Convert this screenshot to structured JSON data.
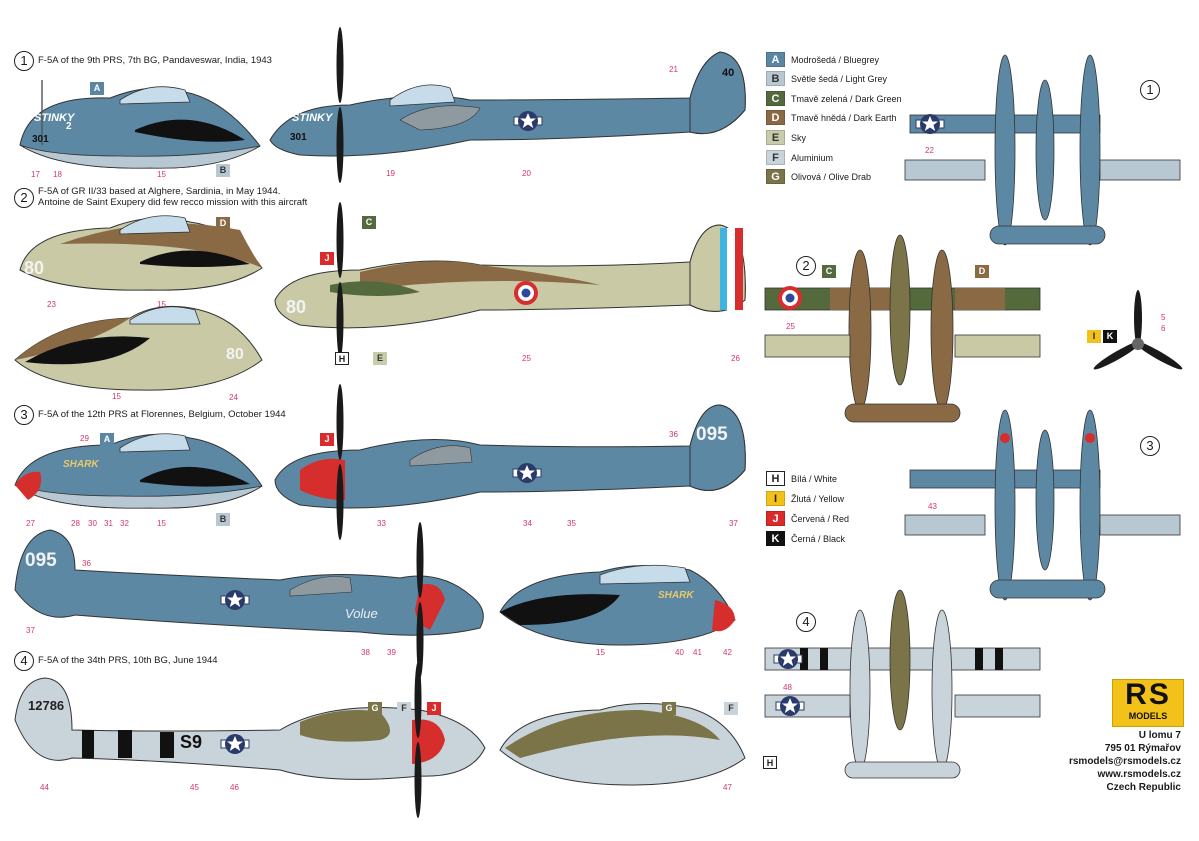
{
  "variants": [
    {
      "no": "1",
      "title": "F-5A of the 9th PRS, 7th BG, Pandaveswar, India, 1943"
    },
    {
      "no": "2",
      "title": "F-5A of GR II/33 based at Alghere, Sardinia, in May 1944.",
      "title2": "Antoine de Saint Exupery did few recco mission with this aircraft"
    },
    {
      "no": "3",
      "title": "F-5A of the 12th PRS at Florennes, Belgium, October 1944"
    },
    {
      "no": "4",
      "title": "F-5A of the 34th PRS, 10th BG, June 1944"
    }
  ],
  "plan_numbers": [
    "1",
    "2",
    "3",
    "4"
  ],
  "legend": [
    {
      "key": "A",
      "label": "Modrošedá / Bluegrey",
      "color": "#5a86a2",
      "text": "#ffffff"
    },
    {
      "key": "B",
      "label": "Světle šedá / Light Grey",
      "color": "#b8c8d3",
      "text": "#333333"
    },
    {
      "key": "C",
      "label": "Tmavě zelená / Dark Green",
      "color": "#546a3d",
      "text": "#ffffff"
    },
    {
      "key": "D",
      "label": "Tmavě hnědá / Dark Earth",
      "color": "#8a6a45",
      "text": "#ffffff"
    },
    {
      "key": "E",
      "label": "Sky",
      "color": "#c9ccaa",
      "text": "#333333"
    },
    {
      "key": "F",
      "label": "Aluminium",
      "color": "#c9d3da",
      "text": "#333333"
    },
    {
      "key": "G",
      "label": "Olivová / Olive Drab",
      "color": "#7b7449",
      "text": "#ffffff"
    }
  ],
  "legend2": [
    {
      "key": "H",
      "label": "Bílá / White",
      "color": "#ffffff",
      "text": "#222222"
    },
    {
      "key": "I",
      "label": "Žlutá / Yellow",
      "color": "#f2c21a",
      "text": "#222222"
    },
    {
      "key": "J",
      "label": "Červená / Red",
      "color": "#d92b2b",
      "text": "#ffffff"
    },
    {
      "key": "K",
      "label": "Černá / Black",
      "color": "#111111",
      "text": "#ffffff"
    }
  ],
  "markings": {
    "stinky": "STINKY",
    "stinky2": "2",
    "code301": "301",
    "code80": "80",
    "code095": "095",
    "shark": "SHARK",
    "serial": "12786",
    "s9": "S9",
    "tail40": "40",
    "voluel": "Volue"
  },
  "callouts": {
    "n5": "5",
    "n6": "6",
    "n15": "15",
    "n17": "17",
    "n18": "18",
    "n19": "19",
    "n20": "20",
    "n21": "21",
    "n22": "22",
    "n23": "23",
    "n24": "24",
    "n25": "25",
    "n26": "26",
    "n27": "27",
    "n28": "28",
    "n29": "29",
    "n30": "30",
    "n31": "31",
    "n32": "32",
    "n33": "33",
    "n34": "34",
    "n35": "35",
    "n36": "36",
    "n37": "37",
    "n38": "38",
    "n39": "39",
    "n40": "40",
    "n41": "41",
    "n42": "42",
    "n43": "43",
    "n44": "44",
    "n45": "45",
    "n46": "46",
    "n47": "47",
    "n48": "48"
  },
  "brand": {
    "line1": "RS",
    "line2": "MODELS"
  },
  "address": [
    "U lomu 7",
    "795 01 Rýmařov",
    "rsmodels@rsmodels.cz",
    "www.rsmodels.cz",
    "Czech Republic"
  ]
}
